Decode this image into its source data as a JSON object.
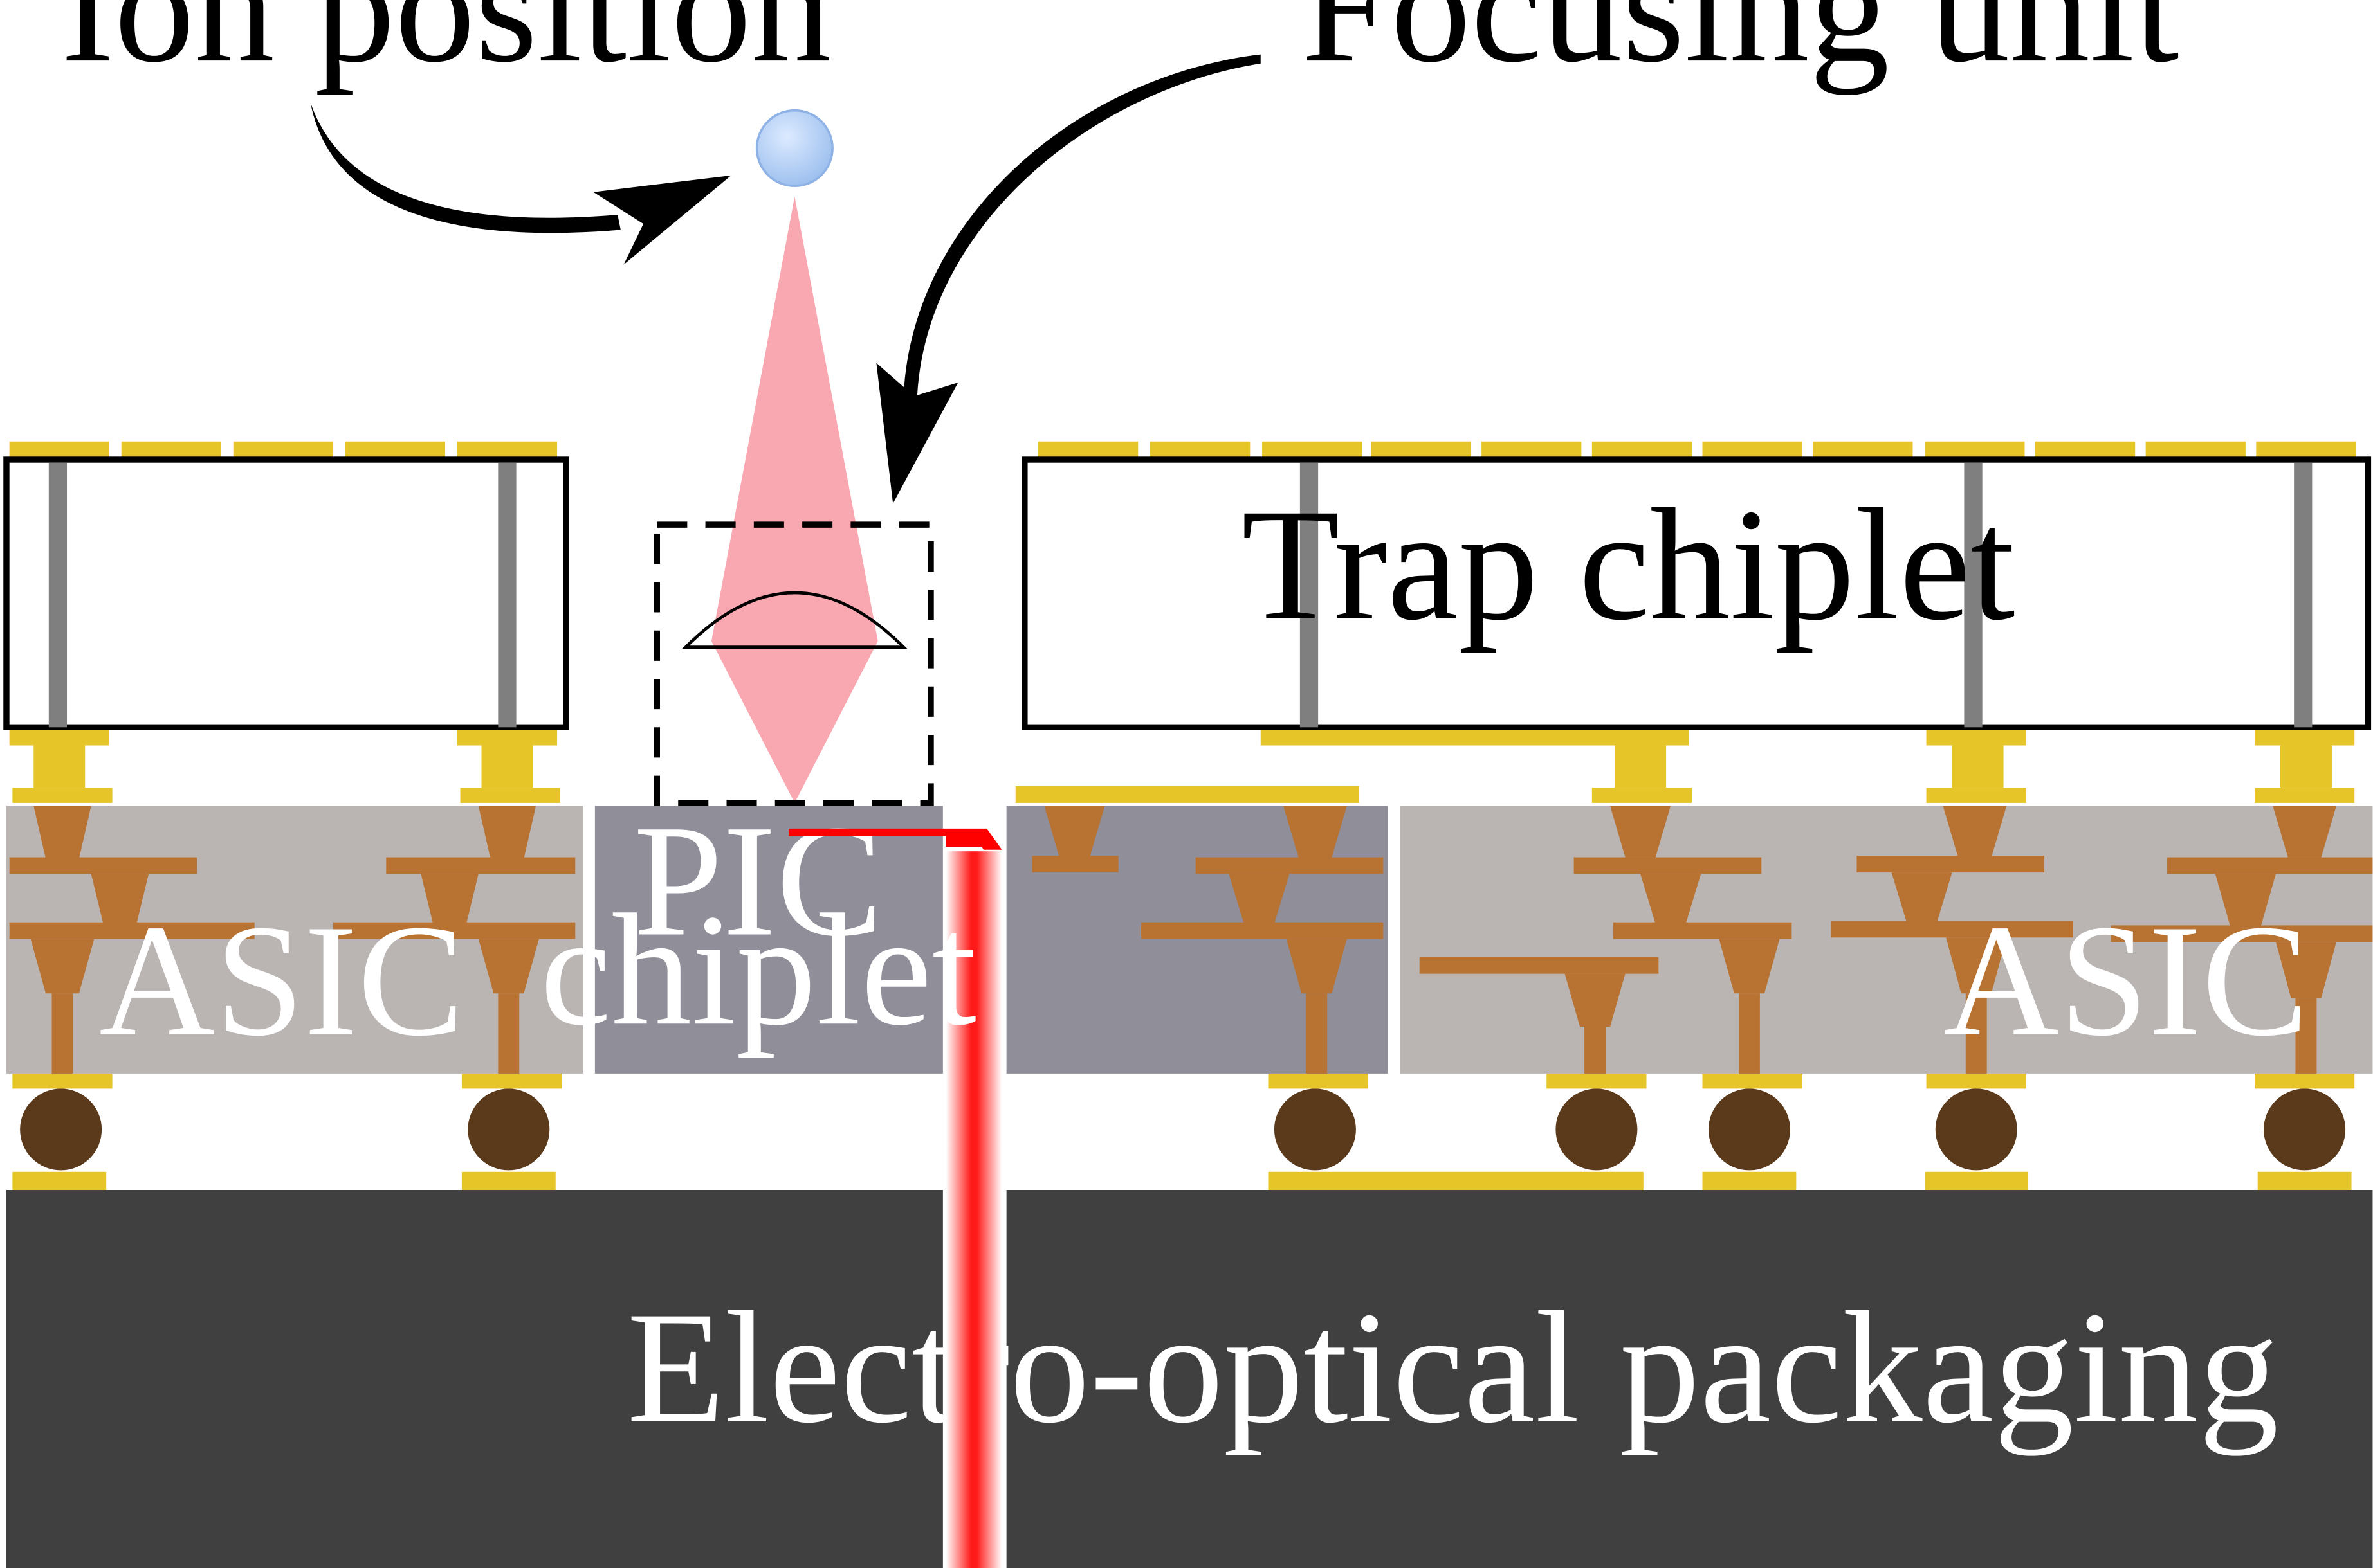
{
  "labels": {
    "ion_position": "Ion position",
    "focusing_unit": "Focusing unit",
    "trap_chiplet": "Trap chiplet",
    "pic_chiplet_line1": "PIC",
    "pic_chiplet_line2": "chiplet",
    "asic_left": "ASIC",
    "asic_right": "ASIC",
    "packaging": "Electro-optical packaging"
  },
  "colors": {
    "gold": "#e6c528",
    "copper": "#b87333",
    "asic_fill": "#bab5b2",
    "pic_fill": "#8f8e99",
    "packaging_fill": "#404040",
    "bump": "#5a3a1a",
    "via": "#7f7f7f",
    "beam": "#f78a96",
    "laser": "#ff0000",
    "ion": "#a8c8f0"
  }
}
